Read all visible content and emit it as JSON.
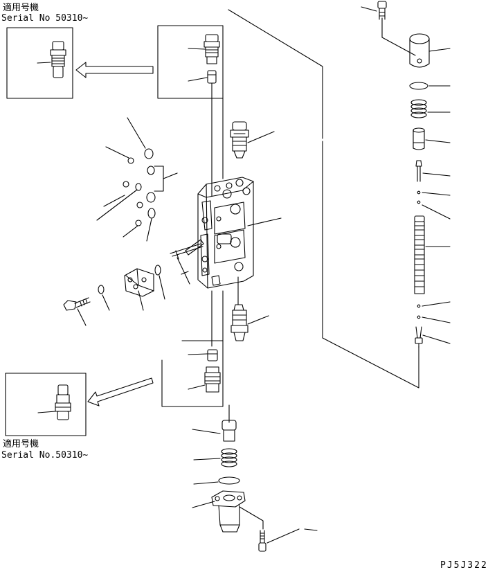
{
  "applicability_top": {
    "label": "適用号機",
    "serial": "Serial No 50310~"
  },
  "applicability_bottom": {
    "label": "適用号機",
    "serial": "Serial No.50310~"
  },
  "drawing_code": "PJ5J322"
}
